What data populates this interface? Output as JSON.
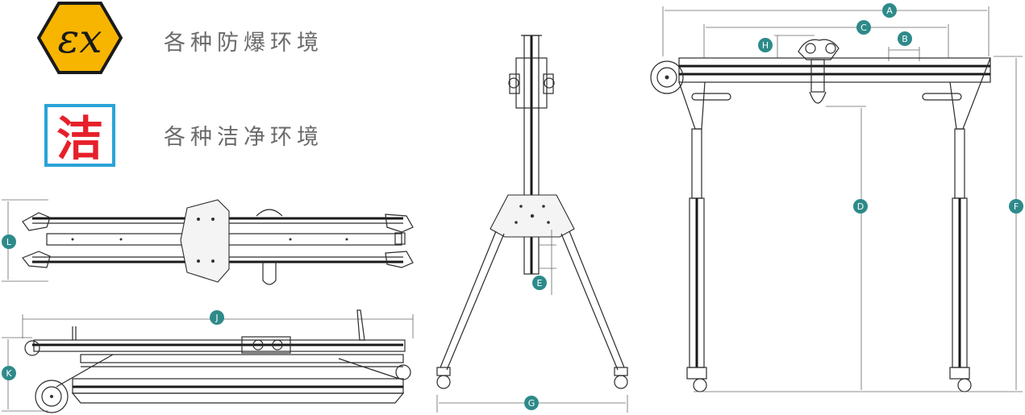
{
  "legend": {
    "ex_symbol_text": "εx",
    "ex_caption": "各种防爆环境",
    "clean_symbol_text": "洁",
    "clean_caption": "各种洁净环境",
    "ex_color": "#f7b500",
    "clean_color": "#e6202a",
    "clean_border_color": "#2aa3d8"
  },
  "markers": {
    "color": "#2e8a8a",
    "A": "A",
    "B": "B",
    "C": "C",
    "D": "D",
    "E": "E",
    "F": "F",
    "G": "G",
    "H": "H",
    "J": "J",
    "K": "K",
    "L": "L"
  },
  "icons": {
    "ex": "explosion-proof-icon",
    "clean": "cleanroom-icon"
  }
}
